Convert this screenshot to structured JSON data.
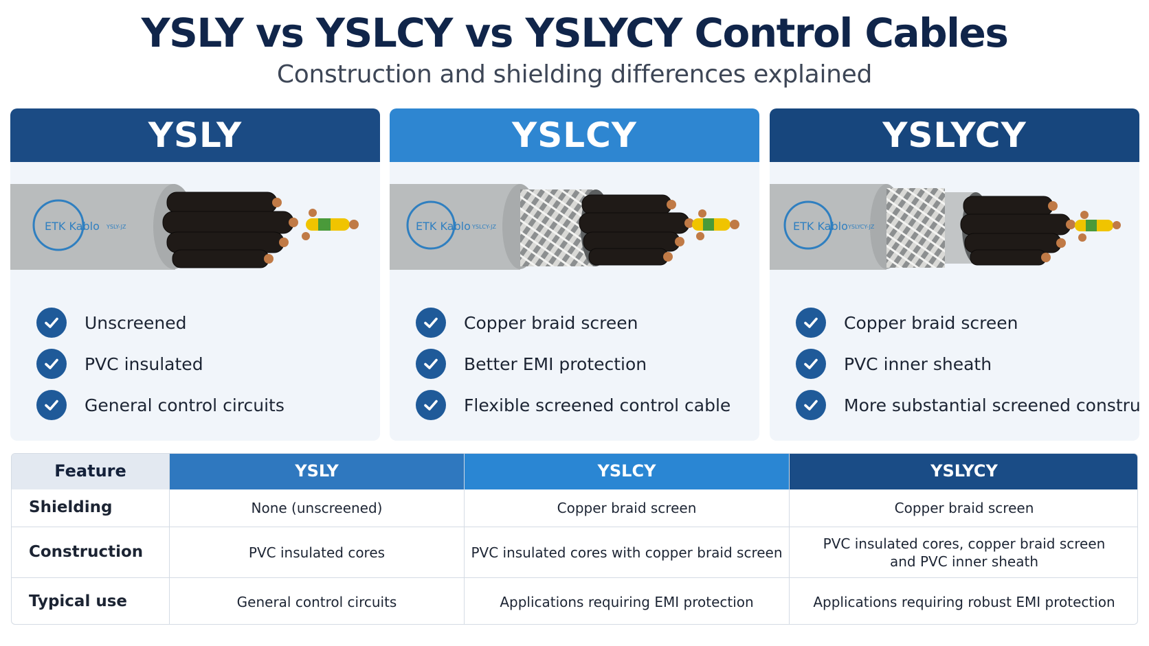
{
  "header": {
    "title": "YSLY vs YSLCY vs YSLYCY Control Cables",
    "subtitle": "Construction and shielding differences explained"
  },
  "colors": {
    "ysly": "#1b4b84",
    "yslcy": "#2e86d1",
    "yslycy": "#17467d",
    "check": "#1f5a99"
  },
  "cards": [
    {
      "name": "YSLY",
      "sheath_print": "ETK Kablo",
      "sheath_code": "YSLY-JZ",
      "features": [
        "Unscreened",
        "PVC insulated",
        "General control circuits"
      ]
    },
    {
      "name": "YSLCY",
      "sheath_print": "ETK Kablo",
      "sheath_code": "YSLCY-JZ",
      "features": [
        "Copper braid screen",
        "Better EMI protection",
        "Flexible screened control cable"
      ]
    },
    {
      "name": "YSLYCY",
      "sheath_print": "ETK Kablo",
      "sheath_code": "YSLYCY-JZ",
      "features": [
        "Copper braid screen",
        "PVC inner sheath",
        "More substantial screened construction"
      ]
    }
  ],
  "table": {
    "headers": [
      "Feature",
      "YSLY",
      "YSLCY",
      "YSLYCY"
    ],
    "rows": [
      {
        "label": "Shielding",
        "cells": [
          "None (unscreened)",
          "Copper braid screen",
          "Copper braid screen"
        ]
      },
      {
        "label": "Construction",
        "cells": [
          "PVC insulated cores",
          "PVC insulated cores with copper braid screen",
          "PVC insulated cores, copper braid screen\nand PVC inner sheath"
        ]
      },
      {
        "label": "Typical use",
        "cells": [
          "General control circuits",
          "Applications requiring EMI protection",
          "Applications requiring robust EMI protection"
        ]
      }
    ]
  }
}
